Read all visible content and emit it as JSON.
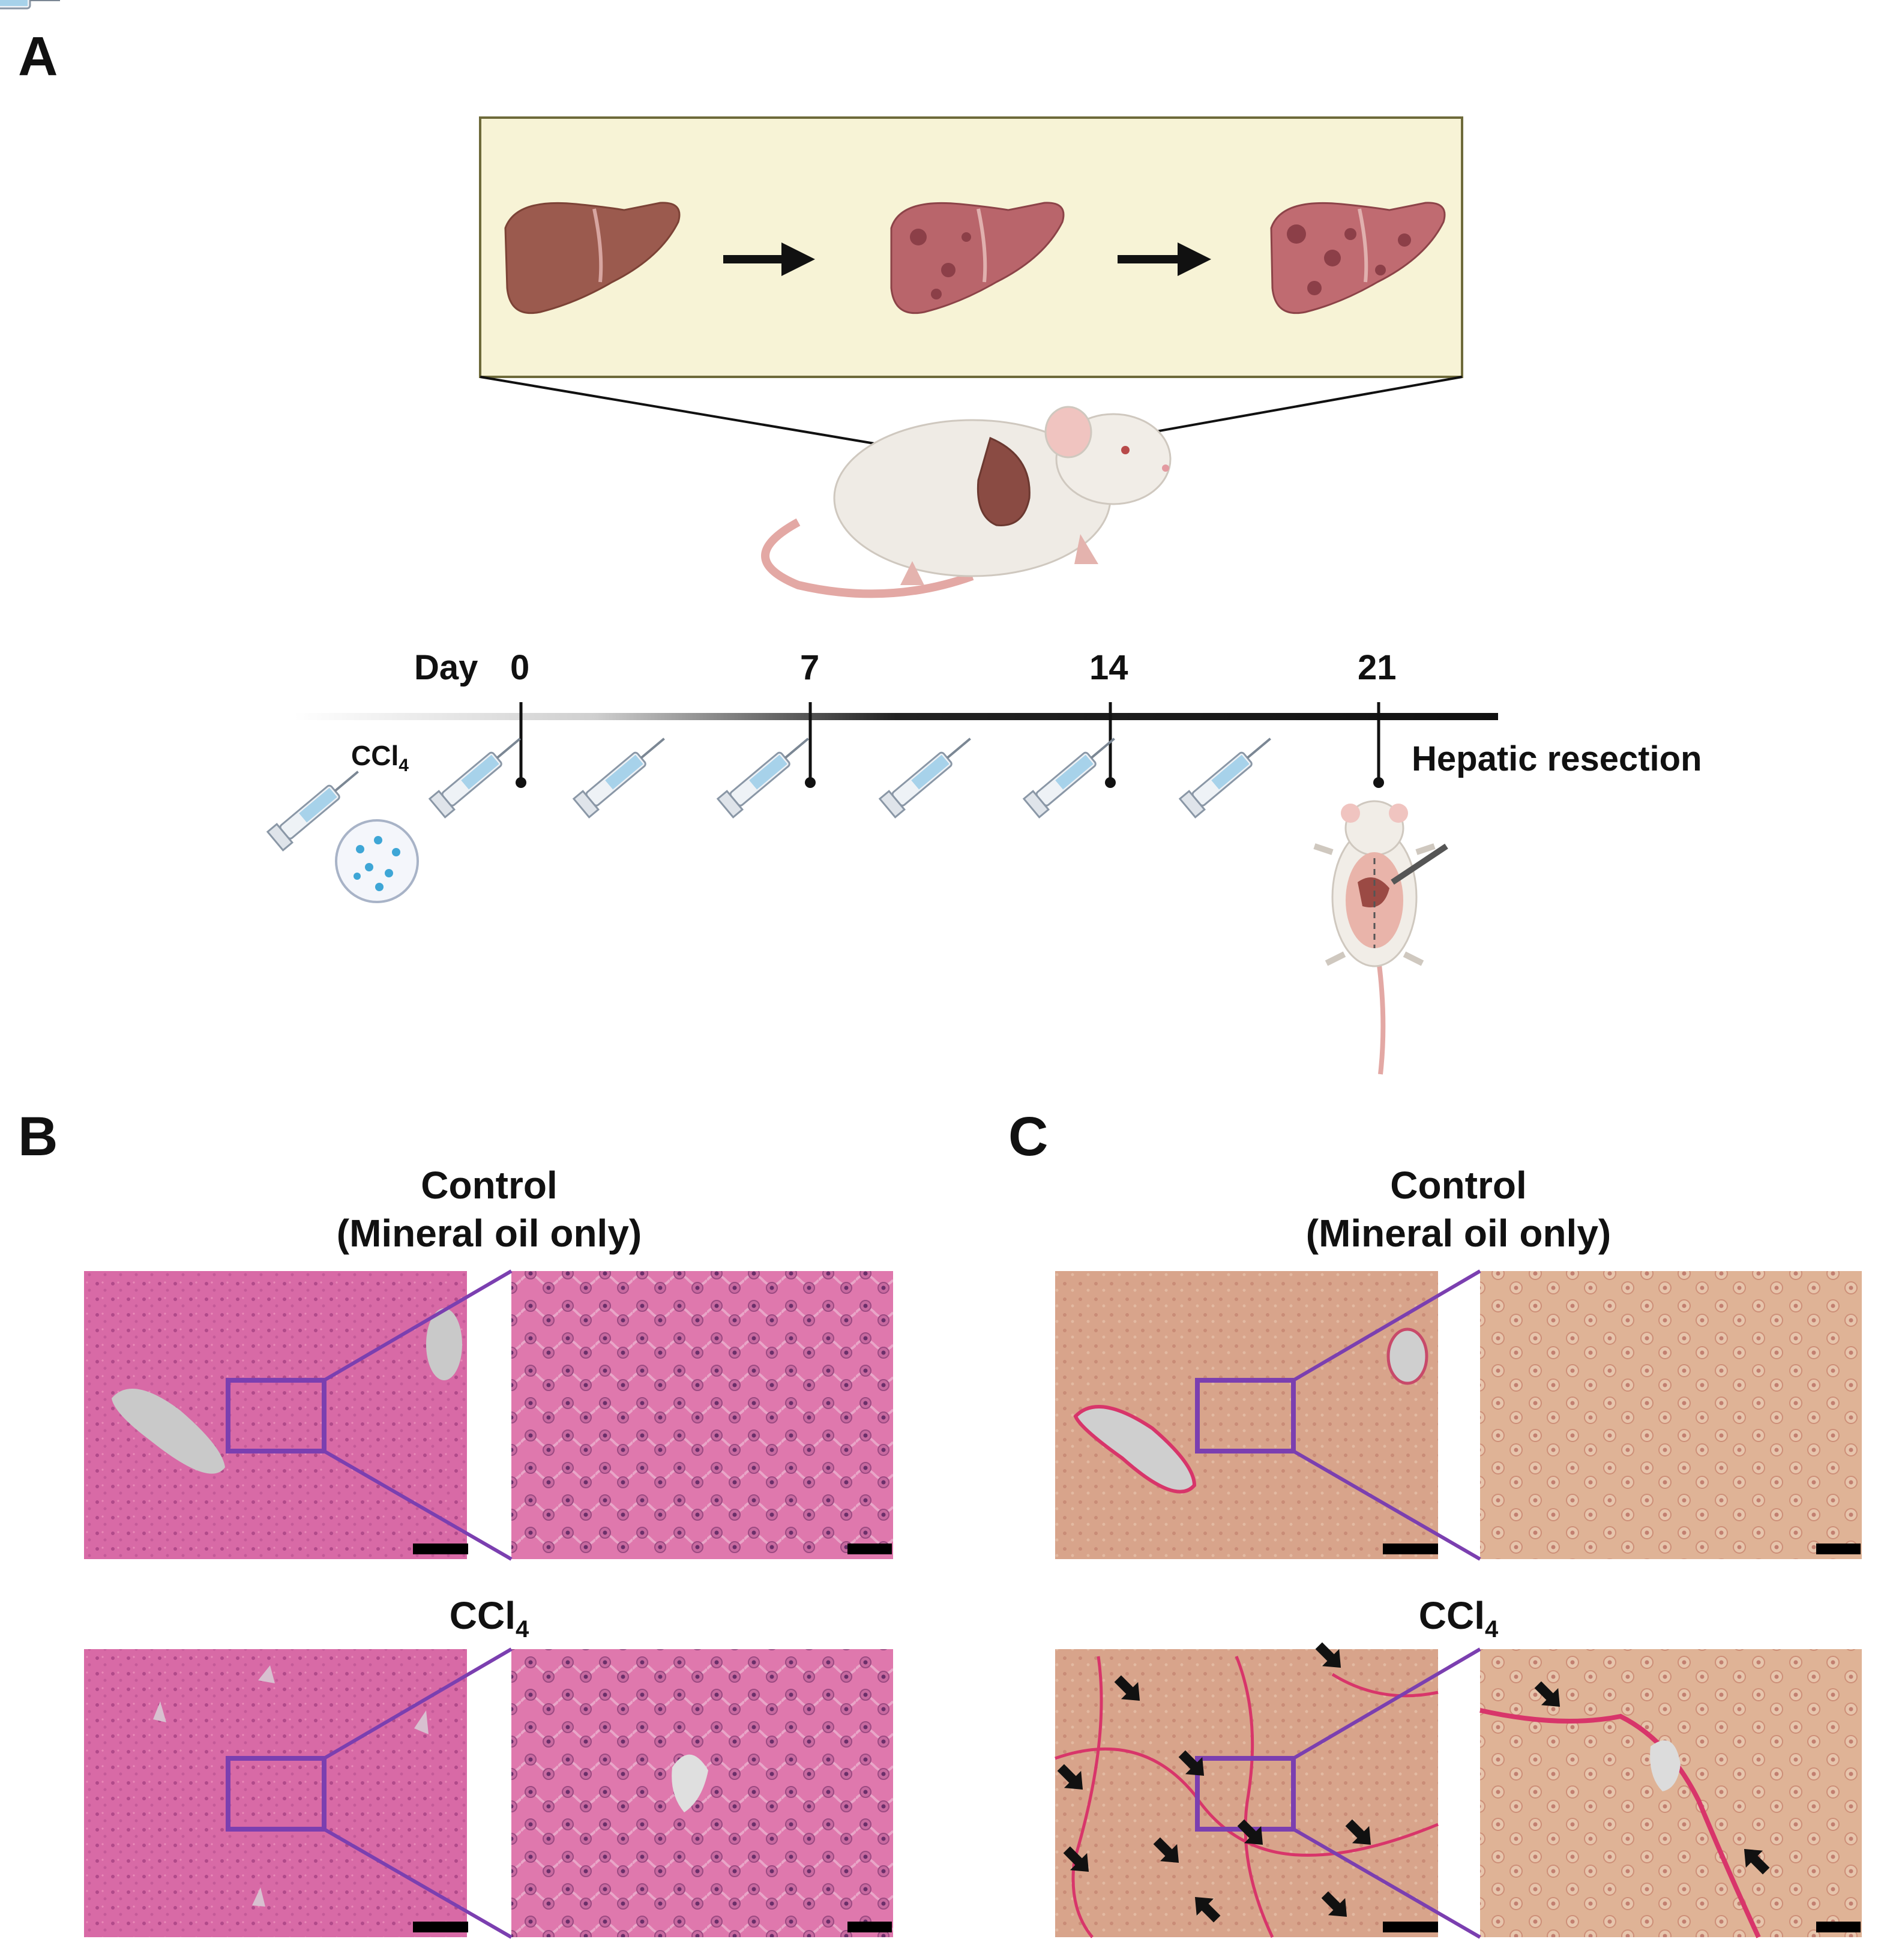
{
  "panels": {
    "a": {
      "letter": "A"
    },
    "b": {
      "letter": "B"
    },
    "c": {
      "letter": "C"
    }
  },
  "timeline": {
    "day_label": "Day",
    "days": [
      "0",
      "7",
      "14",
      "21"
    ],
    "agent_prefix": "CCl",
    "agent_subscript": "4",
    "endpoint_label": "Hepatic resection"
  },
  "histology": {
    "control_title_line1": "Control",
    "control_title_line2": "(Mineral oil only)",
    "treated_prefix": "CCl",
    "treated_subscript": "4"
  },
  "colors": {
    "he_stain": "#d96aa6",
    "sirius_red_background": "#d9a48a",
    "zoom_box": "#7b3fb0",
    "liver": "#9b5a4e"
  }
}
